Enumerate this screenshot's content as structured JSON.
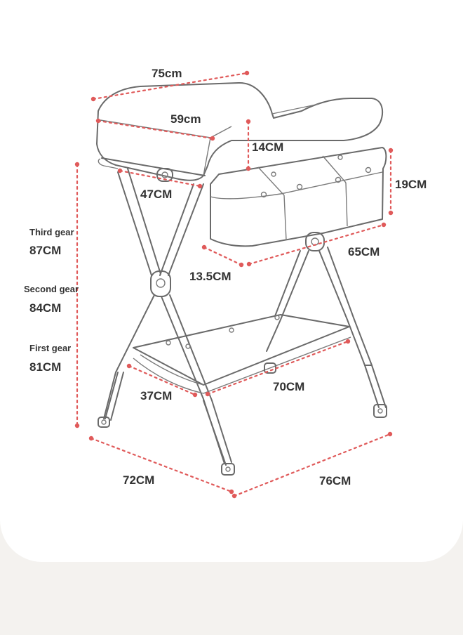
{
  "colors": {
    "dimension_line": "#e05a5a",
    "frame": "#6a6a6a",
    "text": "#333333",
    "background": "#ffffff"
  },
  "dimensions": {
    "top_length": "75cm",
    "top_width": "59cm",
    "tray_depth_top": "14CM",
    "tray_height": "19CM",
    "hinge_width": "47CM",
    "basket_length": "65CM",
    "basket_width": "13.5CM",
    "shelf_width": "37CM",
    "shelf_length": "70CM",
    "base_width": "72CM",
    "base_length": "76CM"
  },
  "gears": [
    {
      "label": "Third gear",
      "value": "87CM"
    },
    {
      "label": "Second gear",
      "value": "84CM"
    },
    {
      "label": "First gear",
      "value": "81CM"
    }
  ]
}
